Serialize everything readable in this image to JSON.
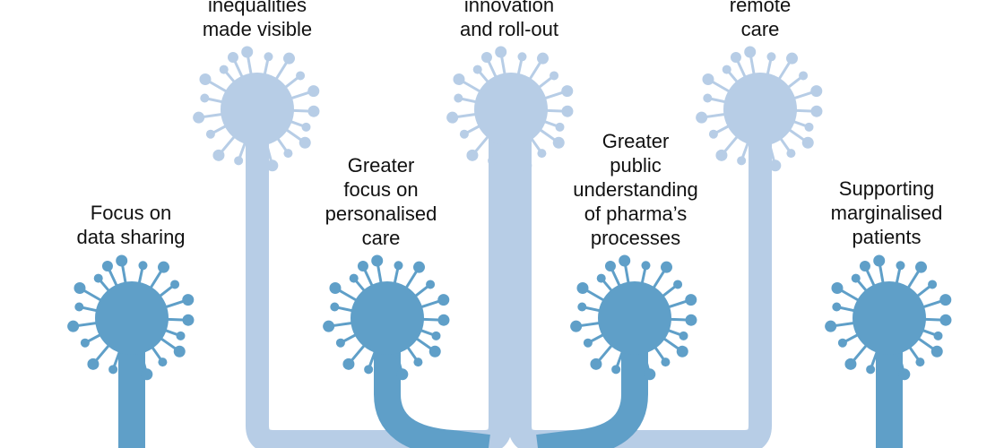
{
  "colors": {
    "light": "#b7cde6",
    "dark": "#5f9fc8",
    "text": "#111111",
    "background": "#ffffff"
  },
  "nodes": [
    {
      "id": "inequalities",
      "row": "top",
      "lines": [
        "inequalities",
        "made visible"
      ]
    },
    {
      "id": "innovation",
      "row": "top",
      "lines": [
        "innovation",
        "and roll-out"
      ]
    },
    {
      "id": "remote-care",
      "row": "top",
      "lines": [
        "remote",
        "care"
      ]
    },
    {
      "id": "data-sharing",
      "row": "bottom",
      "lines": [
        "Focus on",
        "data sharing"
      ]
    },
    {
      "id": "personalised",
      "row": "bottom",
      "lines": [
        "Greater",
        "focus on",
        "personalised",
        "care"
      ]
    },
    {
      "id": "pharma",
      "row": "bottom",
      "lines": [
        "Greater",
        "public",
        "understanding",
        "of pharma’s",
        "processes"
      ]
    },
    {
      "id": "marginalised",
      "row": "bottom",
      "lines": [
        "Supporting",
        "marginalised",
        "patients"
      ]
    }
  ]
}
